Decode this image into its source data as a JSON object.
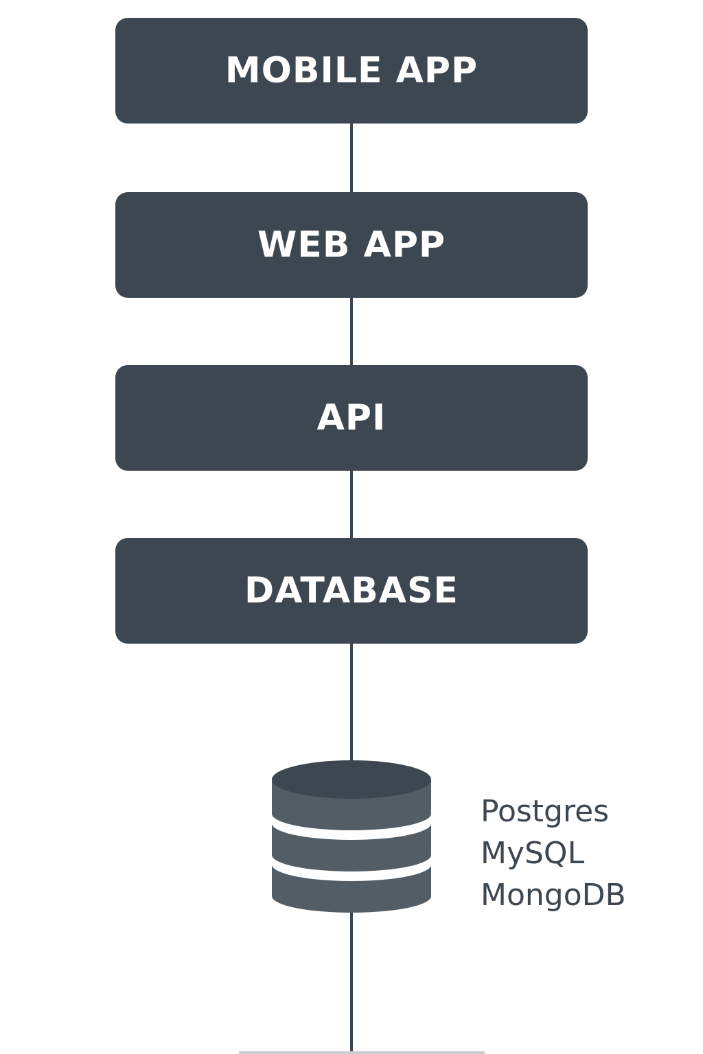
{
  "layers": [
    {
      "label": "MOBILE APP"
    },
    {
      "label": "WEB APP"
    },
    {
      "label": "API"
    },
    {
      "label": "DATABASE"
    }
  ],
  "database": {
    "icon": "database-cylinder-icon",
    "engines": [
      "Postgres",
      "MySQL",
      "MongoDB"
    ]
  },
  "colors": {
    "box_fill": "#3c4751",
    "box_text": "#ffffff",
    "line": "#3c4751",
    "cylinder_side": "#525d66",
    "cylinder_top": "#3c4751",
    "label_text": "#3c4751"
  }
}
